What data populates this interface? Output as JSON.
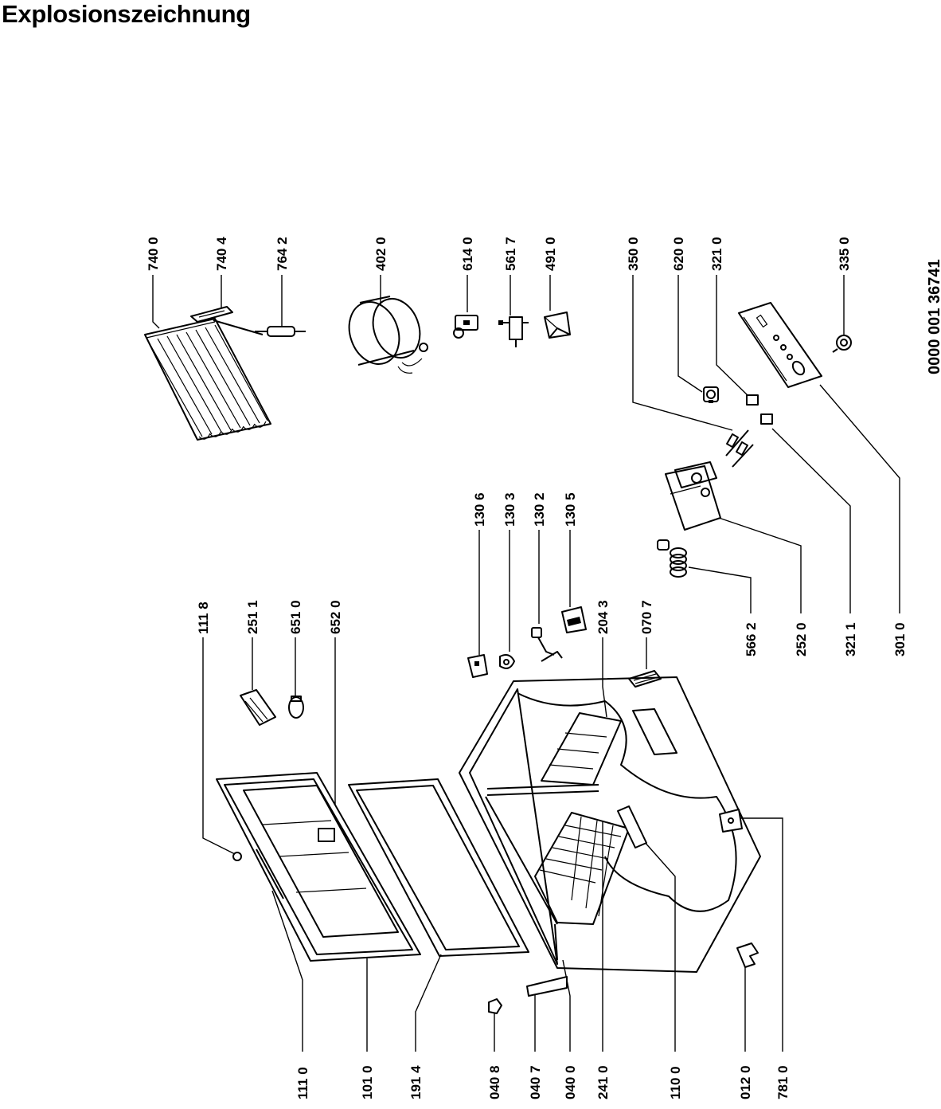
{
  "page": {
    "title": "Explosionszeichnung",
    "reference_number": "0000 001 36741"
  },
  "part_labels": [
    {
      "id": "p111_0",
      "text": "111 0"
    },
    {
      "id": "p101_0",
      "text": "101 0"
    },
    {
      "id": "p191_4",
      "text": "191 4"
    },
    {
      "id": "p040_8",
      "text": "040 8"
    },
    {
      "id": "p040_7",
      "text": "040 7"
    },
    {
      "id": "p040_0",
      "text": "040 0"
    },
    {
      "id": "p241_0",
      "text": "241 0"
    },
    {
      "id": "p110_0",
      "text": "110 0"
    },
    {
      "id": "p012_0",
      "text": "012 0"
    },
    {
      "id": "p781_0",
      "text": "781 0"
    },
    {
      "id": "p111_8",
      "text": "111 8"
    },
    {
      "id": "p251_1",
      "text": "251 1"
    },
    {
      "id": "p651_0",
      "text": "651 0"
    },
    {
      "id": "p652_0",
      "text": "652 0"
    },
    {
      "id": "p204_3",
      "text": "204 3"
    },
    {
      "id": "p070_7",
      "text": "070 7"
    },
    {
      "id": "p130_6",
      "text": "130 6"
    },
    {
      "id": "p130_3",
      "text": "130 3"
    },
    {
      "id": "p130_2",
      "text": "130 2"
    },
    {
      "id": "p130_5",
      "text": "130 5"
    },
    {
      "id": "p566_2",
      "text": "566 2"
    },
    {
      "id": "p252_0",
      "text": "252 0"
    },
    {
      "id": "p321_1",
      "text": "321 1"
    },
    {
      "id": "p301_0",
      "text": "301 0"
    },
    {
      "id": "p740_0",
      "text": "740 0"
    },
    {
      "id": "p740_4",
      "text": "740 4"
    },
    {
      "id": "p764_2",
      "text": "764 2"
    },
    {
      "id": "p402_0",
      "text": "402 0"
    },
    {
      "id": "p614_0",
      "text": "614 0"
    },
    {
      "id": "p561_7",
      "text": "561 7"
    },
    {
      "id": "p491_0",
      "text": "491 0"
    },
    {
      "id": "p350_0",
      "text": "350 0"
    },
    {
      "id": "p620_0",
      "text": "620 0"
    },
    {
      "id": "p321_0",
      "text": "321 0"
    },
    {
      "id": "p335_0",
      "text": "335 0"
    }
  ]
}
